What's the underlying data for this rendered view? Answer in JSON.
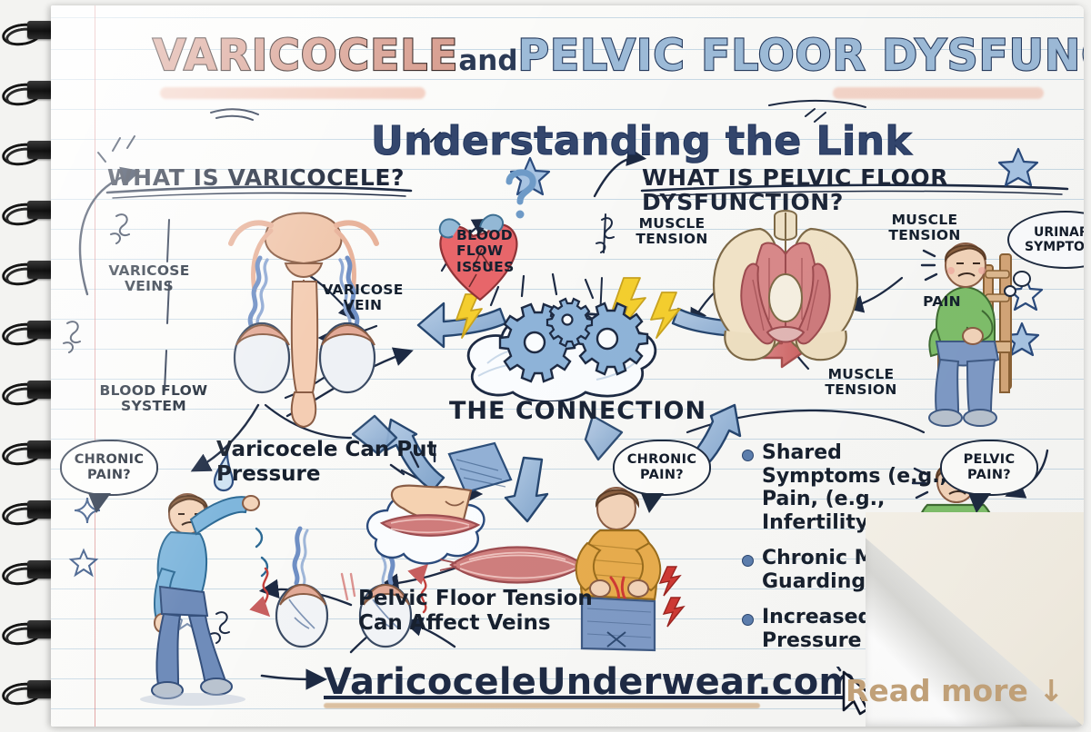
{
  "title": {
    "line1_part1": "VARICOCELE",
    "line1_and": "and",
    "line1_part2": "PELVIC FLOOR DYSFUNCTION:",
    "line2": "Understanding the Link"
  },
  "sections": {
    "left_heading": "WHAT IS VARICOCELE?",
    "right_heading": "WHAT IS PELVIC FLOOR DYSFUNCTION?",
    "center_heading": "THE CONNECTION"
  },
  "labels": {
    "varicose_veins": "VARICOSE\nVEINS",
    "blood_flow_system": "BLOOD FLOW\nSYSTEM",
    "varicose_vein": "VARICOSE\nVEIN",
    "blood_flow_issues": "BLOOD FLOW\nISSUES",
    "muscle_tension_left": "MUSCLE\nTENSION",
    "muscle_tension_top": "MUSCLE\nTENSION",
    "muscle_tension_bottom": "MUSCLE\nTENSION",
    "pain": "PAIN",
    "urinary_symptoms": "URINARY\nSYMPTOMS",
    "chronic_pain_left": "CHRONIC\nPAIN?",
    "chronic_pain_center": "CHRONIC\nPAIN?",
    "pelvic_pain_right": "PELVIC\nPAIN?"
  },
  "statements": {
    "left": "Varicocele Can\nPut Pressure",
    "bottom": "Pelvic Floor Tension\nCan Affect Veins"
  },
  "bullets": [
    "Shared Symptoms\n(e.g., Pain,\n(e.g., Infertility)",
    "Chronic Muscle\nGuarding",
    "Increased\nPelvic Pressure"
  ],
  "footer": {
    "url": "VaricoceleUnderwear.com"
  },
  "corner": {
    "read_more": "Read\nmore ↓"
  },
  "colors": {
    "title_salmon": "#d9a193",
    "title_blue": "#9dbbd8",
    "ink": "#1d2a43",
    "arrow_blue": "#8fb0d4",
    "accent_red": "#d4746e",
    "paper": "#fafaf8",
    "rule_line": "#8cb2cd",
    "margin_red": "#d67e7e",
    "read_more": "#c4a37a",
    "bolt_yellow": "#f5cf2e"
  }
}
